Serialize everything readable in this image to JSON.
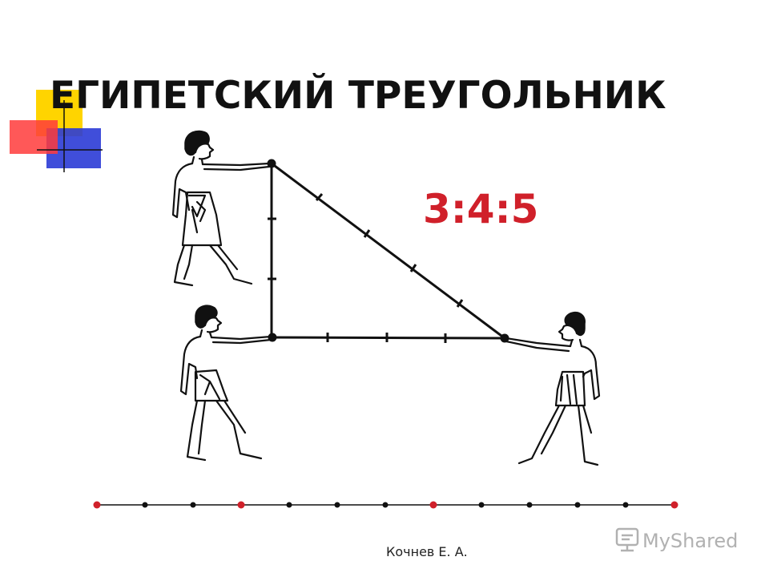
{
  "title": "ЕГИПЕТСКИЙ ТРЕУГОЛЬНИК",
  "ratio": "3:4:5",
  "author": "Кочнев Е. А.",
  "watermark": "MyShared",
  "colors": {
    "title": "#111111",
    "ratio": "#d0202a",
    "rope": "#111111",
    "rope_red_knot": "#d0202a",
    "deco_yellow": "#ffd400",
    "deco_red": "#ff3b3b",
    "deco_blue": "#2b3bd6"
  },
  "triangle": {
    "legs": [
      3,
      4,
      5
    ],
    "vertical_leg_segments": 3,
    "horizontal_leg_segments": 4,
    "hypotenuse_segments": 5
  },
  "rope": {
    "total_units": 12,
    "red_knots_at": [
      0,
      3,
      7,
      12
    ]
  },
  "figures": [
    "egyptian-man-top-left",
    "egyptian-man-bottom-left",
    "egyptian-man-right"
  ]
}
